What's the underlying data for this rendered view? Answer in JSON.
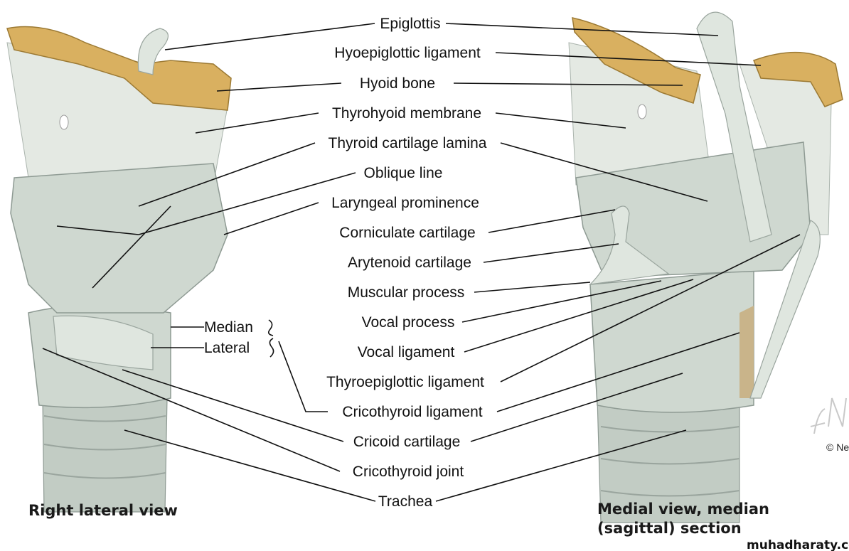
{
  "labels": {
    "epiglottis": "Epiglottis",
    "hyoepiglottic_ligament": "Hyoepiglottic ligament",
    "hyoid_bone": "Hyoid bone",
    "thyrohyoid_membrane": "Thyrohyoid membrane",
    "thyroid_cartilage_lamina": "Thyroid cartilage lamina",
    "oblique_line": "Oblique line",
    "laryngeal_prominence": "Laryngeal prominence",
    "corniculate_cartilage": "Corniculate cartilage",
    "arytenoid_cartilage": "Arytenoid cartilage",
    "muscular_process": "Muscular process",
    "vocal_process": "Vocal process",
    "vocal_ligament": "Vocal ligament",
    "thyroepiglottic_ligament": "Thyroepiglottic ligament",
    "cricothyroid_ligament": "Cricothyroid ligament",
    "cricoid_cartilage": "Cricoid cartilage",
    "cricothyroid_joint": "Cricothyroid joint",
    "trachea": "Trachea",
    "median": "Median",
    "lateral": "Lateral"
  },
  "captions": {
    "left": "Right lateral view",
    "right_line1": "Medial view, median",
    "right_line2": "(sagittal) section"
  },
  "copyright": "© Ne",
  "signature": "F. Netter",
  "watermark": "muhadharaty.com",
  "colors": {
    "bone": "#d9b060",
    "cartilage": "#cfd8d0"
  }
}
